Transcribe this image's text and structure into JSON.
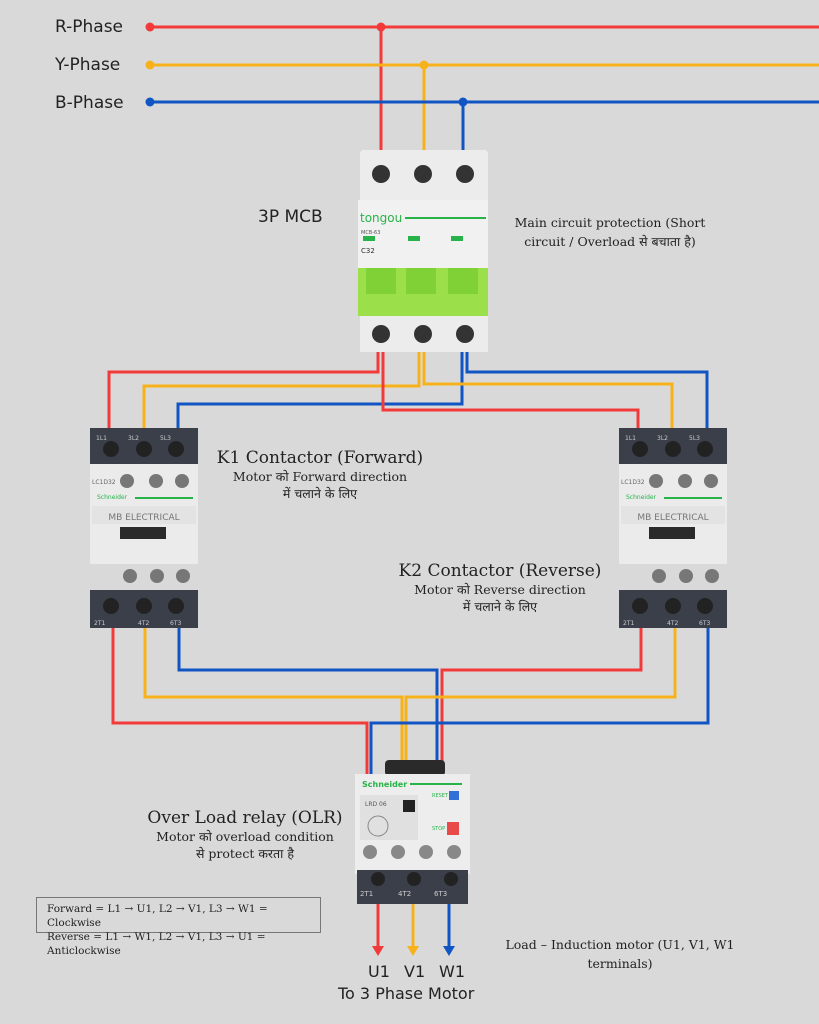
{
  "phases": [
    {
      "label": "R-Phase",
      "color": "#f23a3a"
    },
    {
      "label": "Y-Phase",
      "color": "#f7b21b"
    },
    {
      "label": "B-Phase",
      "color": "#1155c4"
    }
  ],
  "mcb": {
    "title": "3P MCB",
    "brand": "tongou",
    "model": "MCB-63",
    "rating": "C32",
    "description": "Main circuit protection (Short circuit / Overload से बचाता है)",
    "desc_line1": "Main circuit protection (Short",
    "desc_line2": "circuit / Overload से बचाता है)"
  },
  "k1": {
    "title": "K1 Contactor (Forward)",
    "line1": "Motor को Forward direction",
    "line2": "में चलाने के लिए",
    "brand": "Schneider",
    "model": "LC1D32",
    "label": "MB ELECTRICAL",
    "top_terms": [
      "1L1",
      "3L2",
      "5L3"
    ],
    "bottom_terms": [
      "2T1",
      "4T2",
      "6T3"
    ]
  },
  "k2": {
    "title": "K2 Contactor (Reverse)",
    "line1": "Motor को Reverse direction",
    "line2": "में चलाने के लिए",
    "brand": "Schneider",
    "model": "LC1D32",
    "label": "MB ELECTRICAL",
    "top_terms": [
      "1L1",
      "3L2",
      "5L3"
    ],
    "bottom_terms": [
      "2T1",
      "4T2",
      "6T3"
    ]
  },
  "olr": {
    "title": "Over Load relay (OLR)",
    "line1": "Motor को overload condition",
    "line2": "से protect करता है",
    "brand": "Schneider",
    "model": "LRD 06",
    "reset": "RESET",
    "stop": "STOP",
    "bottom_terms": [
      "2T1",
      "4T2",
      "6T3"
    ]
  },
  "legend": {
    "forward": "Forward = L1 → U1, L2 → V1, L3 → W1 = Clockwise",
    "reverse": "Reverse = L1 → W1, L2 → V1, L3 → U1 = Anticlockwise"
  },
  "load": {
    "line1": "Load – Induction motor (U1, V1, W1",
    "line2": "terminals)"
  },
  "motor": {
    "terminals": [
      "U1",
      "V1",
      "W1"
    ],
    "caption": "To 3 Phase Motor"
  }
}
